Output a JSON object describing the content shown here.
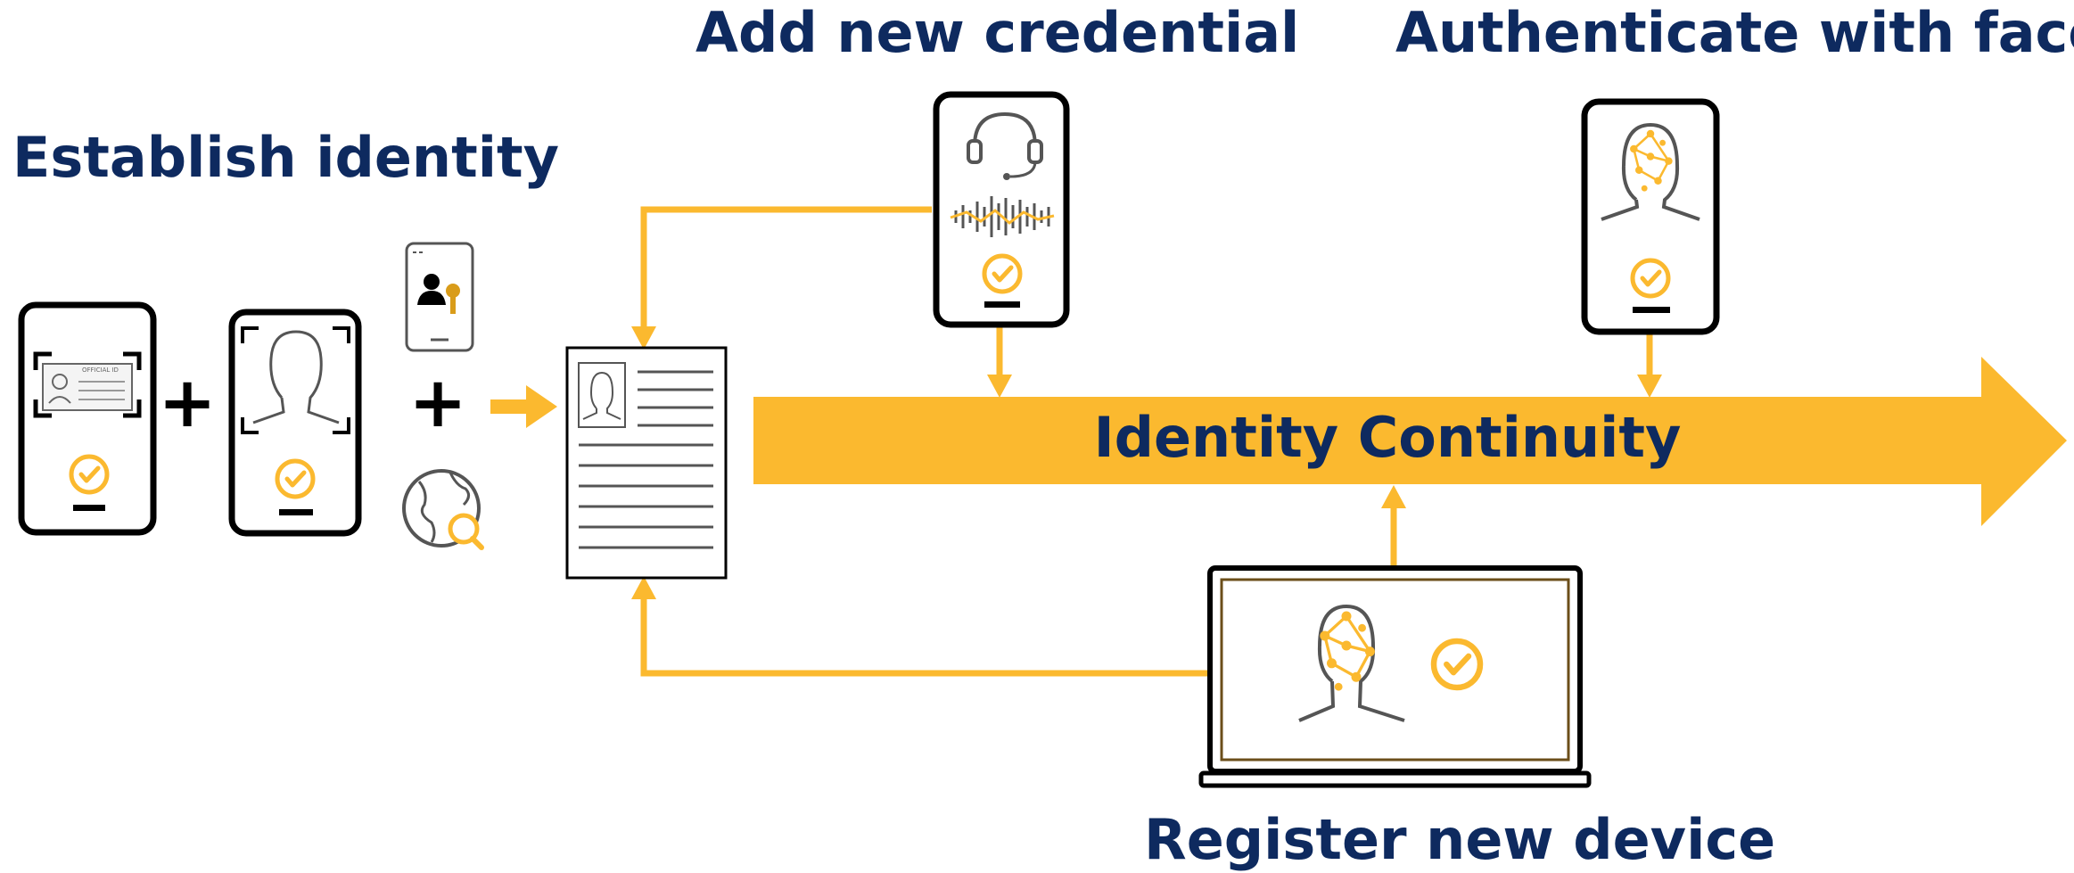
{
  "labels": {
    "establish_identity": "Establish identity",
    "add_new_credential": "Add new credential",
    "authenticate_with_face": "Authenticate with face",
    "register_new_device": "Register new device",
    "identity_continuity": "Identity Continuity"
  },
  "id_card_text": "OFFICIAL ID",
  "colors": {
    "accent": "#fbb92f",
    "title": "#0e2a5f",
    "outline": "#000000",
    "icon_gray": "#555555"
  },
  "icons": [
    "phone-id-card-icon",
    "phone-face-scan-icon",
    "phone-user-key-icon",
    "globe-search-icon",
    "profile-document-icon",
    "phone-headset-voice-icon",
    "phone-face-recognition-icon",
    "laptop-face-recognition-icon",
    "checkmark-icon"
  ]
}
